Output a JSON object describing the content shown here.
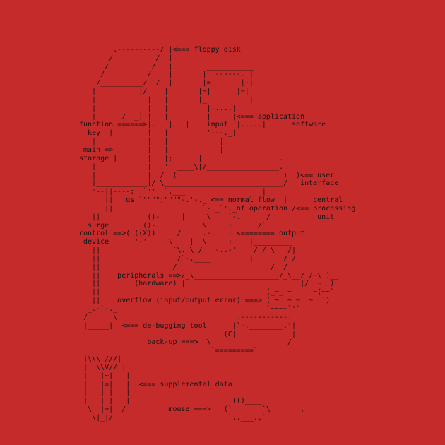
{
  "colors": {
    "background": "#c62b2b",
    "ink": "#141414"
  },
  "art": {
    "lines": [
      "                               _",
      "        .----------/ |<=== floppy disk",
      "       /          /| |",
      "      /          / | |        ___________",
      "     /          /  | |       | .------. |",
      "    /__________/  /| |       |=|      |-|",
      "   |__________|/  | |       |~|______|~|",
      "   |            | | |       |_          |",
      "   |       ___  | | |         |.....|",
      "   |      /  _) | | |         |     |<=== application",
      "function ======>|.'  | | |    input  |.....|      software",
      "  key  |        | | |         '---._|",
      "   |            | | |            |",
      " main =>        | | |            |",
      "storage |       | | |;______|__________________.",
      "   |            | |.'  ____\\|/_________________.",
      "   |            | |/  (_________________________)  )<== user",
      "   |____________|/ \\____________________________/   interface",
      "   '--||----:  `''''`.___                  |",
      "      ||  jgs `\"\"\"\";\"\"\"\"-.'-._ <== normal flow  |      central",
      "      ||               |     `-._`'._of operation /<== processing",
      "   ||           ()-.    |     \\    `-.      /           unit",
      "  surge        ()-.    |     \\     :      /`",
      "control ==>(_((X))     /     .-.   : <======== output",
      " device      '-'     \\    |  \\     ;    |_________",
      "   ||                 `\\. \\|/  '-..-'    / /_\\   /|",
      "   ||                  /`-.____         |       / /",
      "   ||                 /______________________/_ /",
      "   ||    peripherals ==>/_\\____________________/_\\__/ /~\\ )__",
      "   ||        (hardware) |___________________________|/  ~  )",
      "   ||                                       (_~_ ~     ~(~~`",
      "   ||    overflow (input/output error) ===> (_~_ ~ ~_ ~_ `)",
      "  _.-`-._                                   `~~~~`'`",
      " /      \\                            .-----------.",
      " |_____|  <=== de-bugging tool      |`-.________.'|",
      "                                  (C|             |",
      "                back-up ===>  \\                  /",
      "                               `=========`",
      " |\\\\\\ ///|",
      " |  \\\\V// |",
      " |   |~|   |",
      " |   |=|   |  <=== supplemental data",
      " |   | |   |",
      " |   | |   |                        (()____",
      "  \\  |=|  /          mouse ===>   (`       `\\_______,",
      "   \\|_|/                           `..___.,`"
    ]
  }
}
